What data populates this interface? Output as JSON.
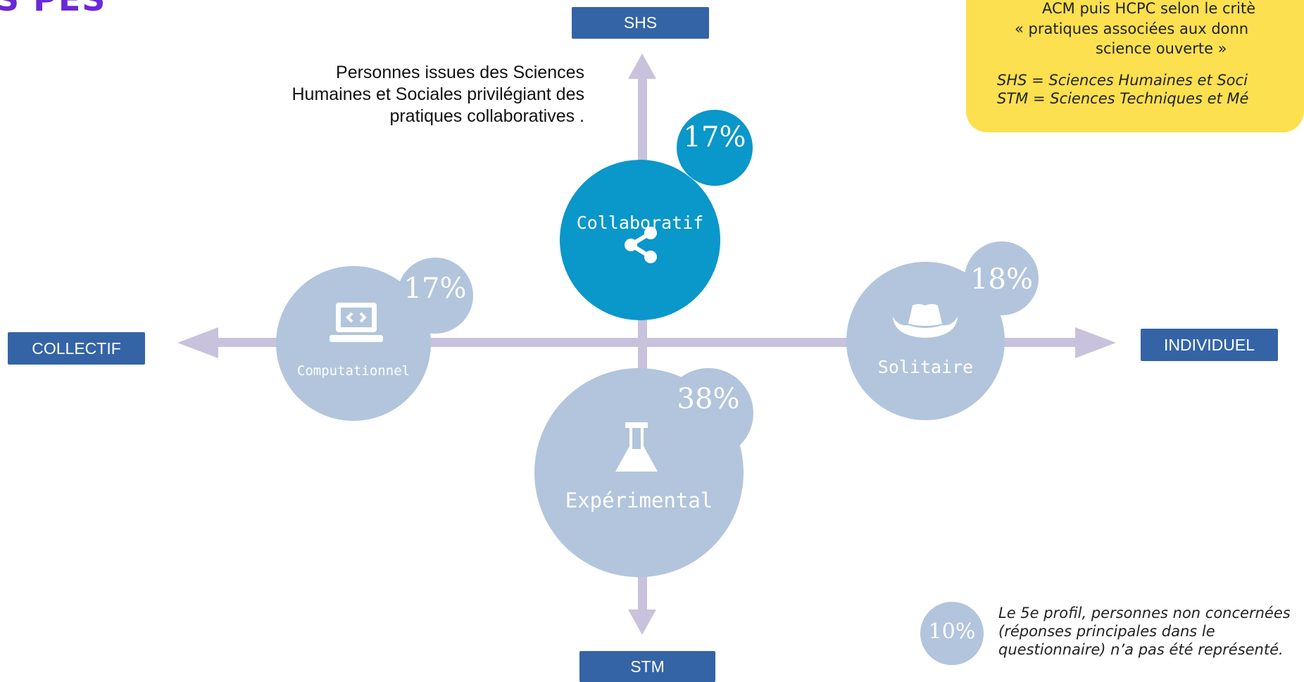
{
  "title_fragment": "S PES",
  "axes": {
    "top": "SHS",
    "bottom": "STM",
    "left": "COLLECTIF",
    "right": "INDIVIDUEL"
  },
  "profiles": {
    "collaboratif": {
      "name": "Collaboratif",
      "percent": "17%",
      "icon": "share-icon",
      "color": "#0a97c9"
    },
    "computationnel": {
      "name": "Computationnel",
      "percent": "17%",
      "icon": "laptop-code-icon",
      "color": "#b2c5dc"
    },
    "solitaire": {
      "name": "Solitaire",
      "percent": "18%",
      "icon": "cowboy-hat-icon",
      "color": "#b2c5dc"
    },
    "experimental": {
      "name": "Expérimental",
      "percent": "38%",
      "icon": "flask-icon",
      "color": "#b2c5dc"
    }
  },
  "description": "Personnes issues des Sciences Humaines et Sociales privilégiant des pratiques collaboratives .",
  "note": {
    "line1": "ACM puis HCPC selon le critè",
    "line2": "« pratiques associées aux donn",
    "line3": "science ouverte »",
    "line4": "SHS = Sciences Humaines et Soci",
    "line5": "STM = Sciences Techniques et Mé"
  },
  "footnote": {
    "percent": "10%",
    "text": "Le 5e profil, personnes non concernées (réponses principales dans le questionnaire) n’a pas été représenté."
  },
  "colors": {
    "axis_arrow": "#c9c2dc",
    "label_bg": "#3464a6",
    "note_bg": "#fce04f",
    "accent_title": "#6a28d8"
  }
}
